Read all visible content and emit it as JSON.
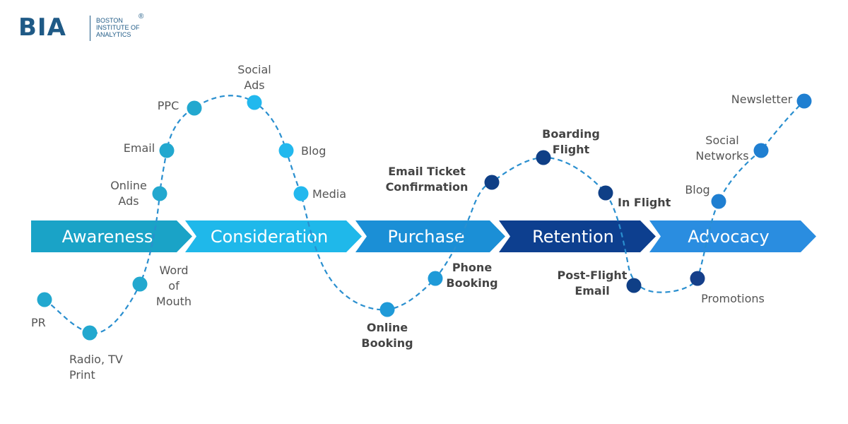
{
  "logo": {
    "mark": "BIA",
    "lines": [
      "BOSTON",
      "INSTITUTE OF",
      "ANALYTICS"
    ],
    "registered": "®"
  },
  "stages": [
    {
      "label": "Awareness",
      "color": "#1aa3c7"
    },
    {
      "label": "Consideration",
      "color": "#1fb8ea"
    },
    {
      "label": "Purchase",
      "color": "#1b8fd6"
    },
    {
      "label": "Retention",
      "color": "#0d3f8f"
    },
    {
      "label": "Advocacy",
      "color": "#2a8de0"
    }
  ],
  "touchpoints": [
    {
      "label": [
        "PR"
      ],
      "color": "#22a8cf",
      "weight": "normal"
    },
    {
      "label": [
        "Radio, TV",
        "Print"
      ],
      "color": "#22a8cf",
      "weight": "normal"
    },
    {
      "label": [
        "Word",
        "of",
        "Mouth"
      ],
      "color": "#22a8cf",
      "weight": "normal"
    },
    {
      "label": [
        "Online",
        "Ads"
      ],
      "color": "#22a8cf",
      "weight": "normal"
    },
    {
      "label": [
        "Email"
      ],
      "color": "#22a8cf",
      "weight": "normal"
    },
    {
      "label": [
        "PPC"
      ],
      "color": "#22a8cf",
      "weight": "normal"
    },
    {
      "label": [
        "Social",
        "Ads"
      ],
      "color": "#22b8ee",
      "weight": "normal"
    },
    {
      "label": [
        "Blog"
      ],
      "color": "#22b8ee",
      "weight": "normal"
    },
    {
      "label": [
        "Media"
      ],
      "color": "#22b8ee",
      "weight": "normal"
    },
    {
      "label": [
        "Online",
        "Booking"
      ],
      "color": "#1f9ad8",
      "weight": "bold"
    },
    {
      "label": [
        "Phone",
        "Booking"
      ],
      "color": "#1f9ad8",
      "weight": "bold"
    },
    {
      "label": [
        "Email Ticket",
        "Confirmation"
      ],
      "color": "#0f3f86",
      "weight": "bold"
    },
    {
      "label": [
        "Boarding",
        "Flight"
      ],
      "color": "#0f3f86",
      "weight": "bold"
    },
    {
      "label": [
        "In Flight"
      ],
      "color": "#0f3f86",
      "weight": "bold"
    },
    {
      "label": [
        "Post-Flight",
        "Email"
      ],
      "color": "#0f3f86",
      "weight": "bold"
    },
    {
      "label": [
        "Promotions"
      ],
      "color": "#153f8a",
      "weight": "normal"
    },
    {
      "label": [
        "Blog"
      ],
      "color": "#1f7fd1",
      "weight": "normal"
    },
    {
      "label": [
        "Social",
        "Networks"
      ],
      "color": "#1f7fd1",
      "weight": "normal"
    },
    {
      "label": [
        "Newsletter"
      ],
      "color": "#1f7fd1",
      "weight": "normal"
    }
  ]
}
